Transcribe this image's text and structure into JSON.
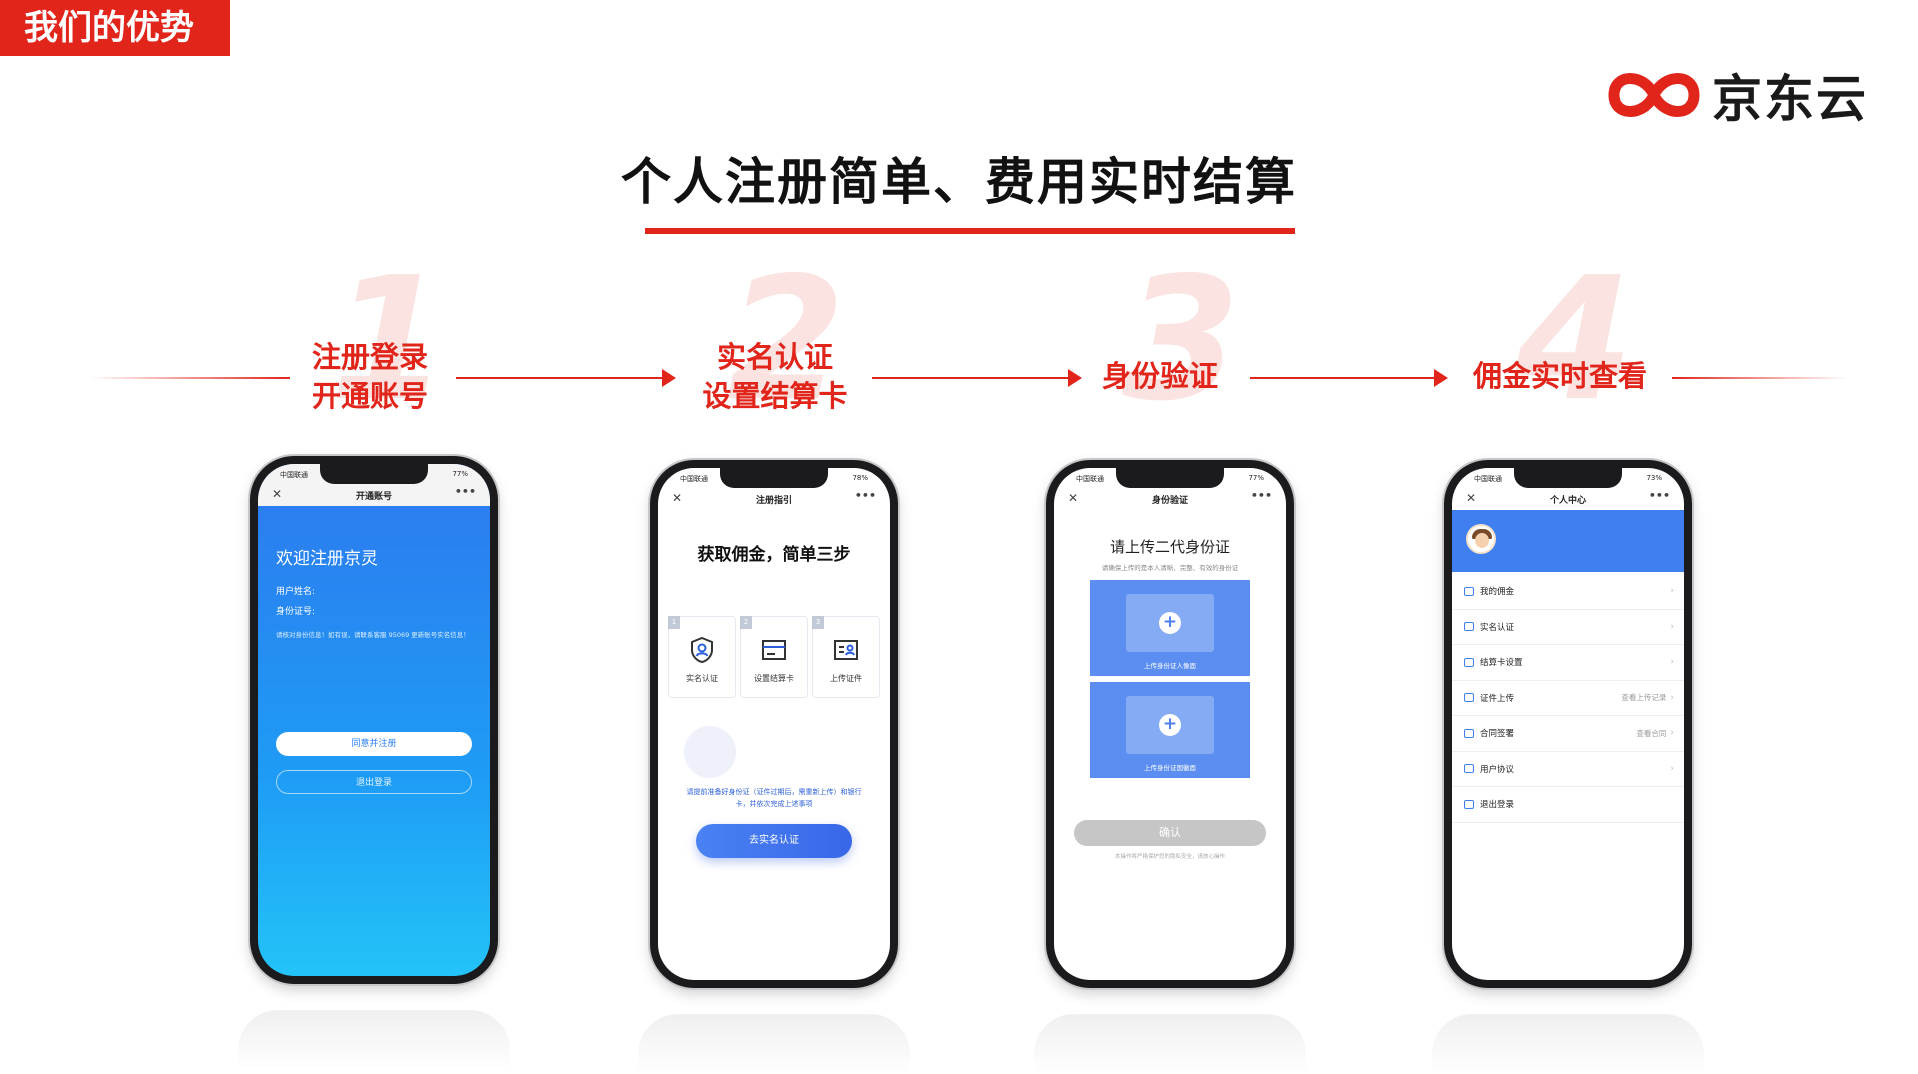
{
  "section_tag": "我们的优势",
  "brand": {
    "name": "京东云",
    "color": "#e1251b"
  },
  "title": "个人注册简单、费用实时结算",
  "steps": [
    {
      "number": "1",
      "label_line1": "注册登录",
      "label_line2": "开通账号"
    },
    {
      "number": "2",
      "label_line1": "实名认证",
      "label_line2": "设置结算卡"
    },
    {
      "number": "3",
      "label_line1": "身份验证",
      "label_line2": ""
    },
    {
      "number": "4",
      "label_line1": "佣金实时查看",
      "label_line2": ""
    }
  ],
  "phone1": {
    "status_left": "中国联通",
    "status_right": "77%",
    "nav_title": "开通账号",
    "welcome": "欢迎注册京灵",
    "field_name": "用户姓名:",
    "field_id": "身份证号:",
    "note": "请核对身份信息！如有误，请联系客服 95069 更新账号实名信息！",
    "agree_button": "同意并注册",
    "logout_button": "退出登录"
  },
  "phone2": {
    "status_left": "中国联通",
    "status_right": "78%",
    "nav_title": "注册指引",
    "heading": "获取佣金，简单三步",
    "cards": [
      {
        "num": "1",
        "label": "实名认证",
        "icon": "shield-user-icon"
      },
      {
        "num": "2",
        "label": "设置结算卡",
        "icon": "bank-card-icon"
      },
      {
        "num": "3",
        "label": "上传证件",
        "icon": "id-card-icon"
      }
    ],
    "tip": "请提前准备好身份证（证件过期后，需重新上传）和银行卡，并依次完成上述事项",
    "go_button": "去实名认证"
  },
  "phone3": {
    "status_left": "中国联通",
    "status_right": "77%",
    "nav_title": "身份验证",
    "heading": "请上传二代身份证",
    "sub": "请确保上传的是本人清晰、完整、有效的身份证",
    "front_caption": "上传身份证人像面",
    "back_caption": "上传身份证国徽面",
    "confirm_button": "确认",
    "footer": "本操作将严格保护您的隐私安全，请放心操作"
  },
  "phone4": {
    "status_left": "中国联通",
    "status_right": "73%",
    "nav_title": "个人中心",
    "menu": [
      {
        "label": "我的佣金",
        "value": ""
      },
      {
        "label": "实名认证",
        "value": ""
      },
      {
        "label": "结算卡设置",
        "value": ""
      },
      {
        "label": "证件上传",
        "value": "查看上传记录"
      },
      {
        "label": "合同签署",
        "value": "查看合同"
      },
      {
        "label": "用户协议",
        "value": ""
      },
      {
        "label": "退出登录",
        "value": ""
      }
    ]
  }
}
